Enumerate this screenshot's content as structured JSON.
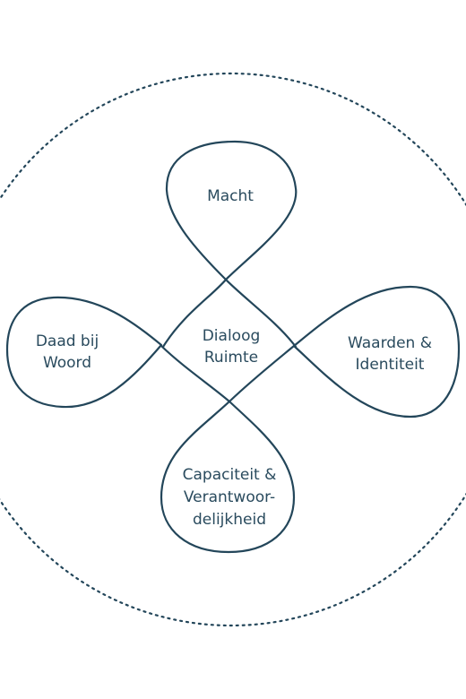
{
  "colors": {
    "line": "#23465a",
    "text": "#2a4b5e",
    "background": "#ffffff"
  },
  "diagram": {
    "center": {
      "line1": "Dialoog",
      "line2": "Ruimte"
    },
    "petals": {
      "top": {
        "line1": "Macht"
      },
      "left": {
        "line1": "Daad bij",
        "line2": "Woord"
      },
      "right": {
        "line1": "Waarden &",
        "line2": "Identiteit"
      },
      "bottom": {
        "line1": "Capaciteit &",
        "line2": "Verantwoor-",
        "line3": "delijkheid"
      }
    }
  }
}
